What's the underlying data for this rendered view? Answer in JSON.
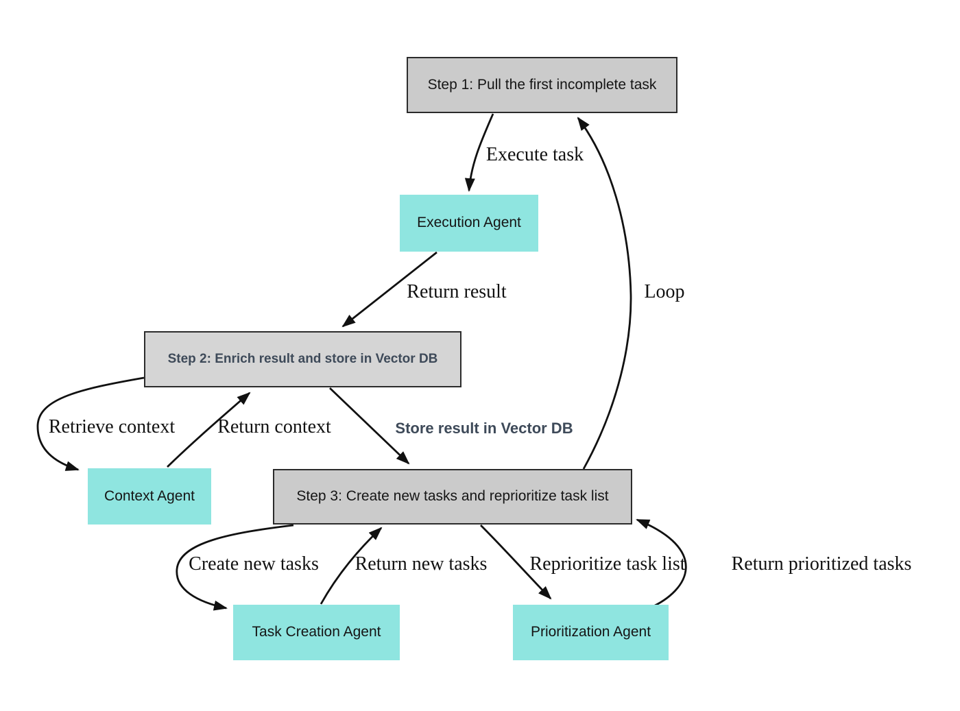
{
  "diagram": {
    "nodes": {
      "step1": {
        "label": "Step 1: Pull the first incomplete task"
      },
      "execution_agent": {
        "label": "Execution Agent"
      },
      "step2": {
        "label": "Step 2: Enrich result and store in Vector DB"
      },
      "context_agent": {
        "label": "Context Agent"
      },
      "step3": {
        "label": "Step 3: Create new tasks and reprioritize task list"
      },
      "task_creation_agent": {
        "label": "Task Creation Agent"
      },
      "prioritization_agent": {
        "label": "Prioritization Agent"
      }
    },
    "edge_labels": {
      "execute_task": "Execute task",
      "return_result": "Return result",
      "loop": "Loop",
      "retrieve_context": "Retrieve context",
      "return_context": "Return context",
      "store_result": "Store result in Vector DB",
      "create_new_tasks": "Create new tasks",
      "return_new_tasks": "Return new tasks",
      "reprioritize_task_list": "Reprioritize task list",
      "return_prioritized_tasks": "Return prioritized tasks"
    },
    "colors": {
      "background": "#ffffff",
      "step_box_fill": "#cbcbcb",
      "step2_box_fill": "#d5d5d5",
      "step_box_border": "#2b2b2b",
      "agent_box_fill": "#8fe5e0",
      "edge_color": "#111111",
      "label_color": "#111111",
      "accent_text_color": "#3e4a59"
    }
  }
}
